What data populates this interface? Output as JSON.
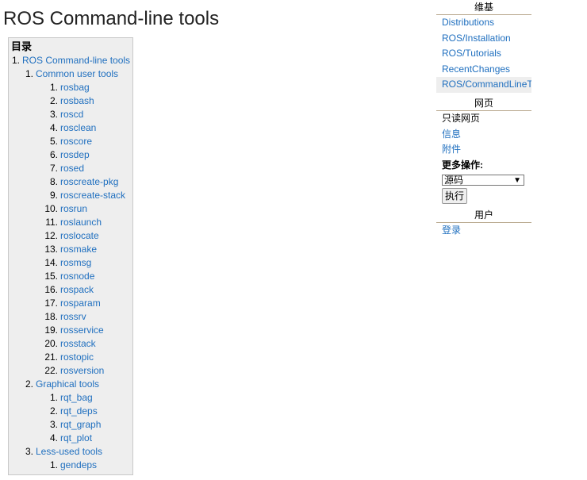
{
  "page": {
    "title": "ROS Command-line tools"
  },
  "toc": {
    "heading": "目录",
    "sections": [
      {
        "num": "1.",
        "label": "ROS Command-line tools",
        "children": [
          {
            "num": "1.",
            "label": "Common user tools",
            "items": [
              {
                "num": "1.",
                "label": "rosbag"
              },
              {
                "num": "2.",
                "label": "rosbash"
              },
              {
                "num": "3.",
                "label": "roscd"
              },
              {
                "num": "4.",
                "label": "rosclean"
              },
              {
                "num": "5.",
                "label": "roscore"
              },
              {
                "num": "6.",
                "label": "rosdep"
              },
              {
                "num": "7.",
                "label": "rosed"
              },
              {
                "num": "8.",
                "label": "roscreate-pkg"
              },
              {
                "num": "9.",
                "label": "roscreate-stack"
              },
              {
                "num": "10.",
                "label": "rosrun"
              },
              {
                "num": "11.",
                "label": "roslaunch"
              },
              {
                "num": "12.",
                "label": "roslocate"
              },
              {
                "num": "13.",
                "label": "rosmake"
              },
              {
                "num": "14.",
                "label": "rosmsg"
              },
              {
                "num": "15.",
                "label": "rosnode"
              },
              {
                "num": "16.",
                "label": "rospack"
              },
              {
                "num": "17.",
                "label": "rosparam"
              },
              {
                "num": "18.",
                "label": "rossrv"
              },
              {
                "num": "19.",
                "label": "rosservice"
              },
              {
                "num": "20.",
                "label": "rosstack"
              },
              {
                "num": "21.",
                "label": "rostopic"
              },
              {
                "num": "22.",
                "label": "rosversion"
              }
            ]
          },
          {
            "num": "2.",
            "label": "Graphical tools",
            "items": [
              {
                "num": "1.",
                "label": "rqt_bag"
              },
              {
                "num": "2.",
                "label": "rqt_deps"
              },
              {
                "num": "3.",
                "label": "rqt_graph"
              },
              {
                "num": "4.",
                "label": "rqt_plot"
              }
            ]
          },
          {
            "num": "3.",
            "label": "Less-used tools",
            "items": [
              {
                "num": "1.",
                "label": "gendeps"
              }
            ]
          }
        ]
      }
    ]
  },
  "sidebar": {
    "wiki": {
      "title": "维基",
      "links": [
        "Distributions",
        "ROS/Installation",
        "ROS/Tutorials",
        "RecentChanges",
        "ROS/CommandLineTools"
      ]
    },
    "page": {
      "title": "网页",
      "readonly": "只读网页",
      "info": "信息",
      "attachments": "附件",
      "more_actions_label": "更多操作:",
      "select_value": "源码",
      "go_button": "执行"
    },
    "user": {
      "title": "用户",
      "login": "登录"
    }
  },
  "colors": {
    "link": "#1f6fbf",
    "toc_bg": "#eeeeee",
    "section_rule": "#b9a98f"
  }
}
